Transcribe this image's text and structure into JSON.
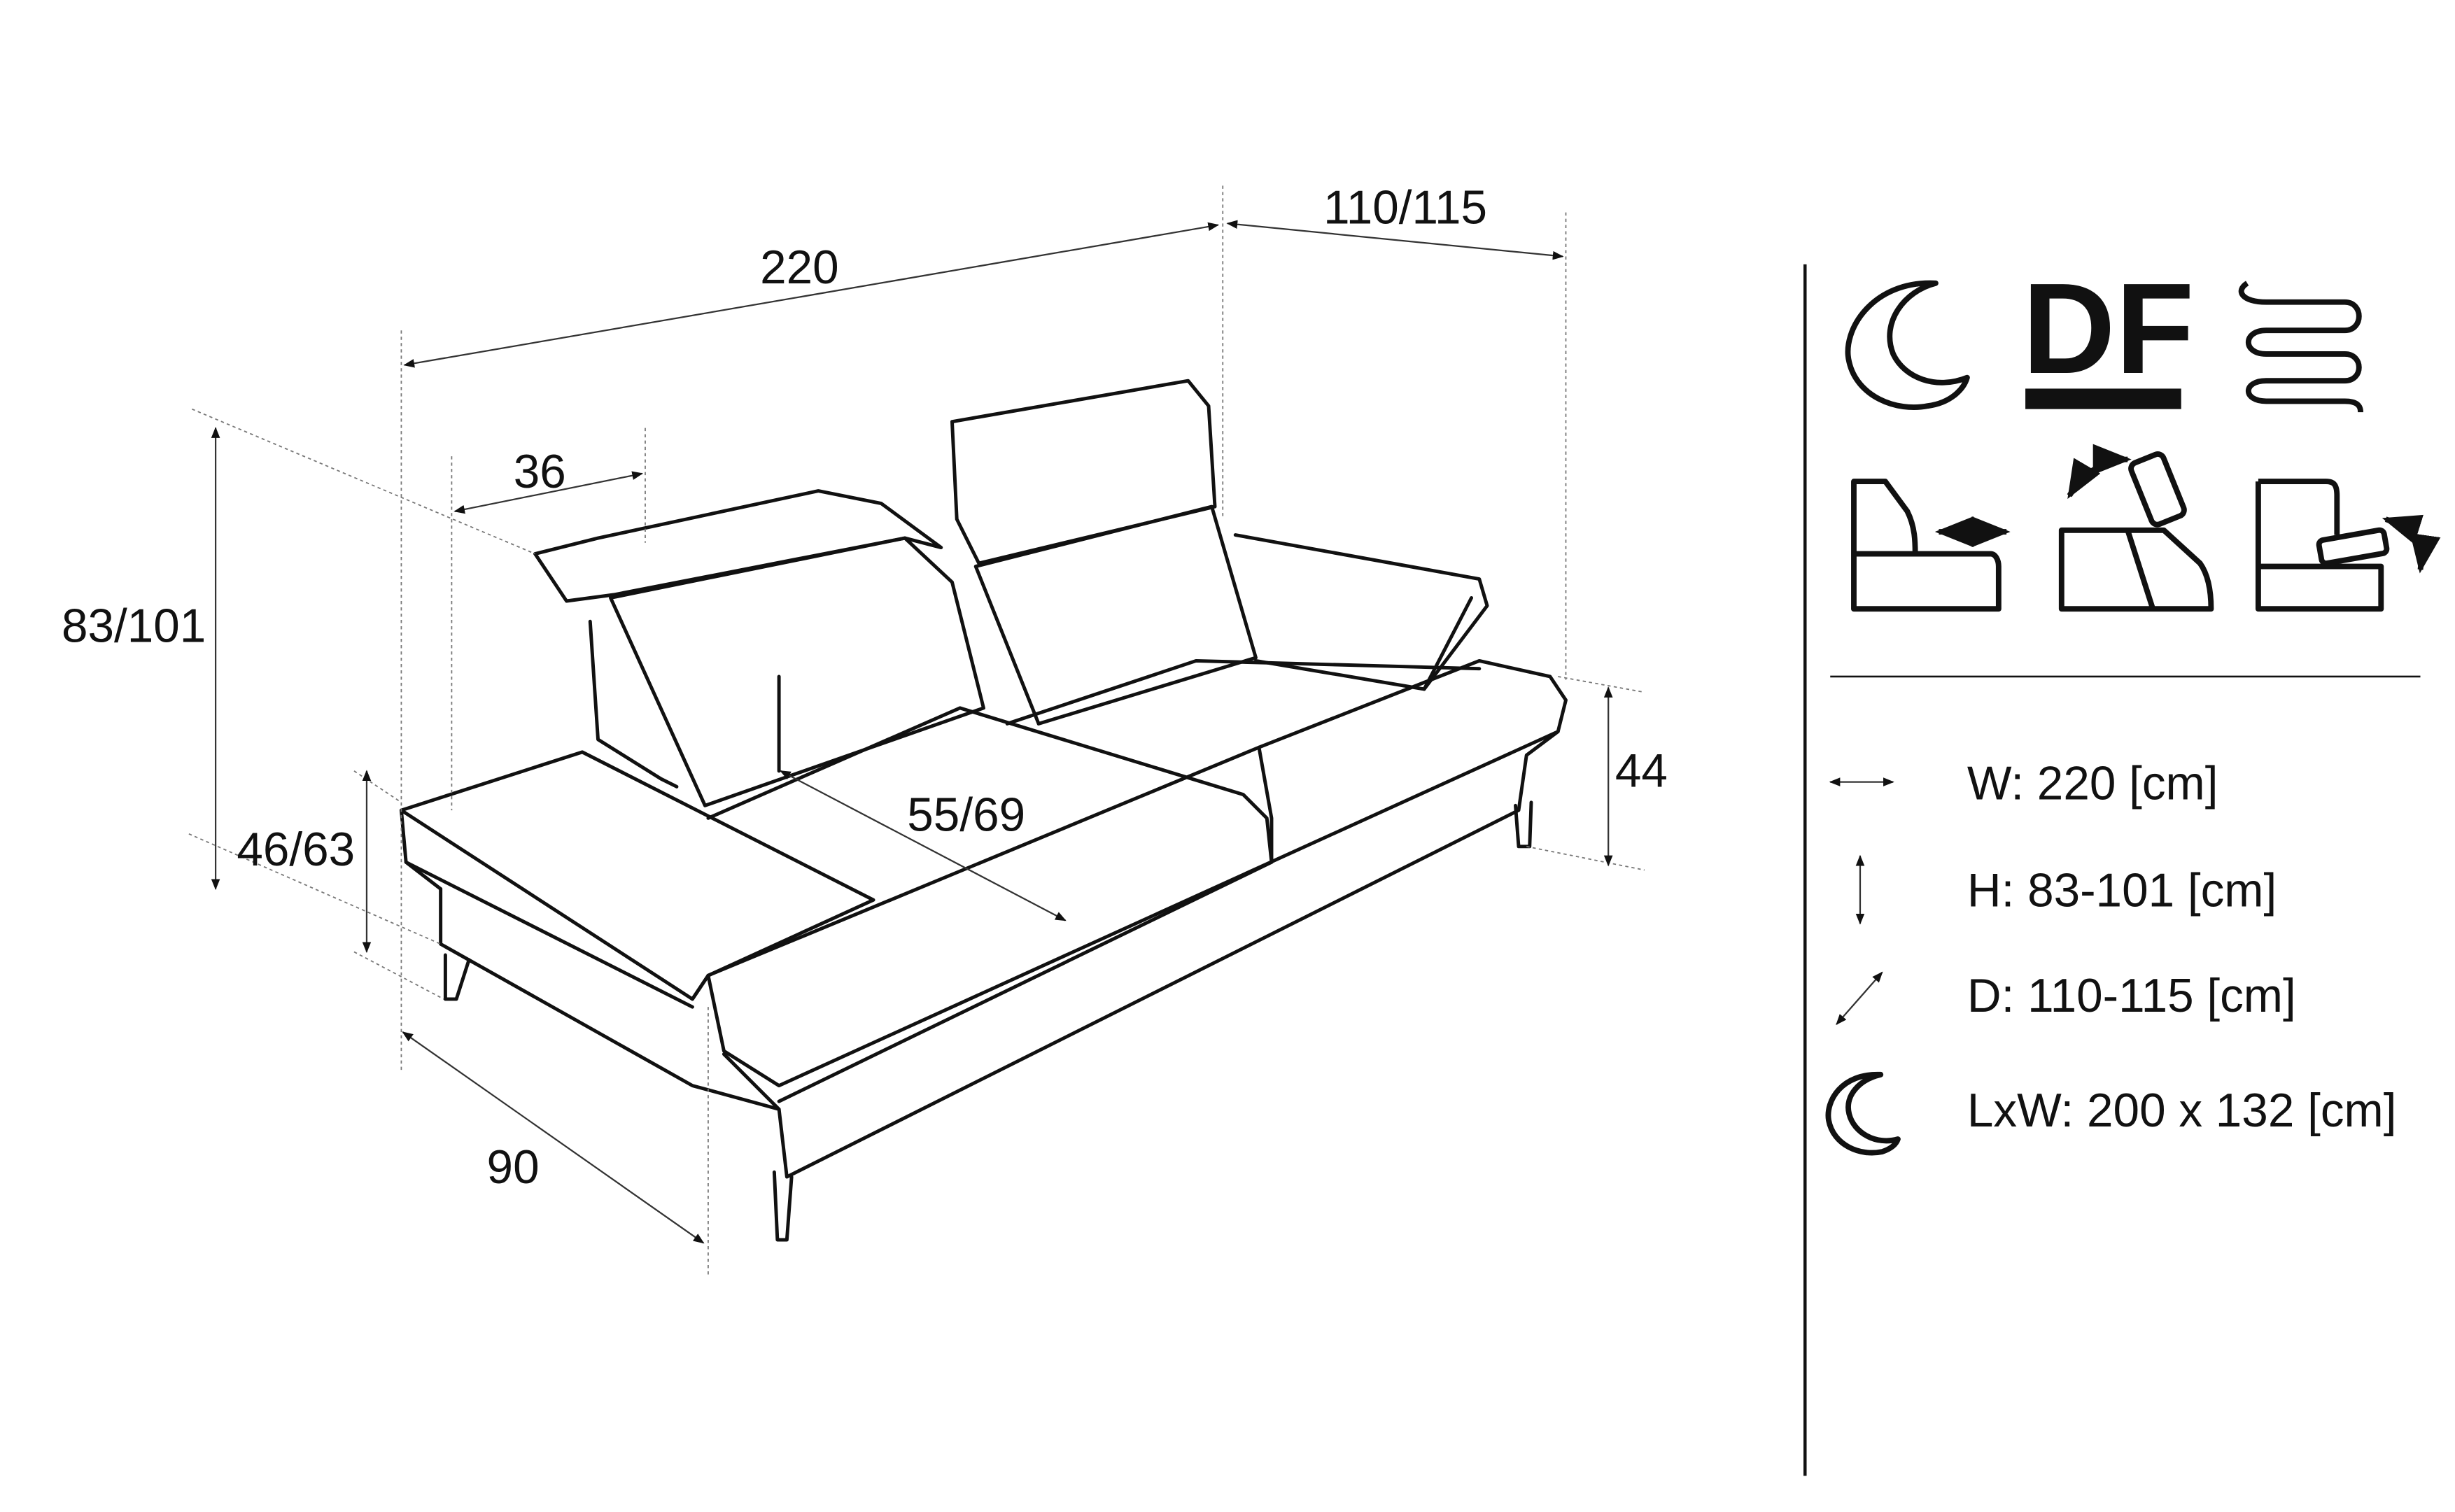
{
  "dimensions": {
    "width": "220",
    "depth": "110/115",
    "headrest": "36",
    "height": "83/101",
    "seat_height_armrest": "46/63",
    "seat_height": "44",
    "chaise_depth": "90",
    "seat_depth": "55/69"
  },
  "features": {
    "sleep_function": "moon-icon",
    "df_label": "DF",
    "springs": "spring-icon",
    "sliding_seat": "sliding-seat-icon",
    "adjustable_headrest": "adjustable-headrest-icon",
    "adjustable_armrest": "adjustable-armrest-icon"
  },
  "specs": [
    {
      "icon": "horizontal-arrow-icon",
      "text": "W: 220 [cm]"
    },
    {
      "icon": "vertical-arrow-icon",
      "text": "H: 83-101 [cm]"
    },
    {
      "icon": "diagonal-arrow-icon",
      "text": "D: 110-115 [cm]"
    },
    {
      "icon": "moon-icon",
      "text": "LxW: 200 x 132 [cm]"
    }
  ]
}
